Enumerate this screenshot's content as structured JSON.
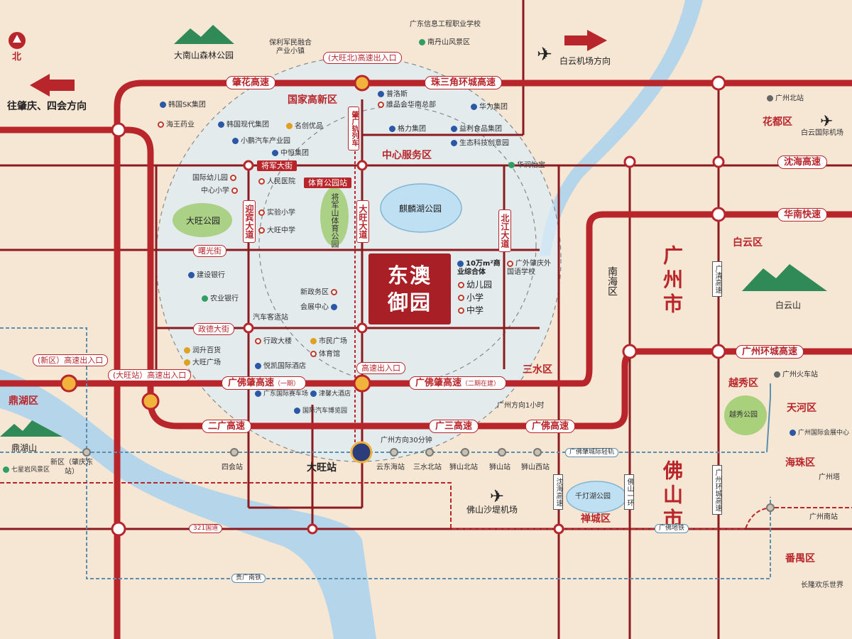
{
  "compass_label": "北",
  "project_name": [
    "东澳",
    "御园"
  ],
  "directions": {
    "west": "往肇庆、四会方向",
    "airport": "白云机场方向",
    "gz_1h": "广州方向1小时",
    "gz_30m": "广州方向30分钟"
  },
  "cities": {
    "guangzhou": "广州市",
    "foshan": "佛山市"
  },
  "districts": {
    "hightech": "国家高新区",
    "cbd": "中心服务区",
    "huadu": "花都区",
    "baiyun": "白云区",
    "nanhai": "南海区",
    "sanshui": "三水区",
    "yuexiu": "越秀区",
    "tianhe": "天河区",
    "haizhu": "海珠区",
    "chancheng": "禅城区",
    "panyu": "番禺区",
    "dinghu": "鼎湖区"
  },
  "highways": {
    "zhaohua": "肇花高速",
    "zhusanjiao": "珠三角环城高速",
    "shenhai": "沈海高速",
    "huanan": "华南快速",
    "gz_ring": "广州环城高速",
    "gfz1": "广佛肇高速",
    "gfz1_note": "（一期）",
    "gfz2": "广佛肇高速",
    "gfz2_note": "（二期在建）",
    "erguang": "二广高速",
    "guangsan": "广三高速",
    "guangfo": "广佛高速",
    "g321": "321国道",
    "guimao": "贵广南铁",
    "gfz_rail": "广佛肇城际轻轨",
    "gf_metro": "广佛地铁"
  },
  "exits": {
    "dawangbei": "(大旺北)高速出入口",
    "xinqu": "(新区）高速出入口",
    "dawangzhan": "(大旺站）高速出入口",
    "main": "高速出入口"
  },
  "streets": {
    "jiangjun": "将军大街",
    "shuguang": "曙光街",
    "zhengde": "政德大街",
    "yingbin": "迎宾大道",
    "dawang": "大旺大道",
    "beijiang": "北江大道",
    "zhaoguang": "肇广轨列车",
    "tiyu_station": "体育公园站",
    "shenhai_v": "沈海高速",
    "foshan1": "佛山一环",
    "gz_ring_v": "广州环城高速",
    "gz_gaosu_v": "广清高速"
  },
  "parks": {
    "dananshan": "大南山森林公园",
    "dawang_park": "大旺公园",
    "qilin": "麒麟湖公园",
    "jiangjun": "将军山体育公园",
    "baiyunshan": "白云山",
    "yuexiu_park": "越秀公园",
    "qiandeng": "千灯湖公园",
    "dinghushan": "鼎湖山",
    "nandan": "南丹山风景区"
  },
  "pois": {
    "baoli": "保利军民融合产业小镇",
    "gd_school": "广东信息工程职业学校",
    "ssk": "韩国SK集团",
    "haiwang": "海王药业",
    "hanguo": "韩国现代集团",
    "xiaopeng": "小鹏汽车产业园",
    "zhongheng": "中恒集团",
    "mingchuang": "名创优品",
    "puluosi": "普洛斯",
    "weipin": "唯品会华南总部",
    "huawei": "华为集团",
    "geli": "格力集团",
    "yili": "益利食品集团",
    "shengtai": "生态科技创意园",
    "huarun": "华润怡宝",
    "intl_kg": "国际幼儿园",
    "zx_primary": "中心小学",
    "hospital": "人民医院",
    "shiyan": "实验小学",
    "dw_middle": "大旺中学",
    "commerce": "10万m²商业综合体",
    "gw_school": "广外肇庆外国语学校",
    "kindergarten": "幼儿园",
    "primary": "小学",
    "middle": "中学",
    "jianshe": "建设银行",
    "nongye": "农业银行",
    "xinzheng": "新政务区",
    "huizhan": "会展中心",
    "bus_station": "汽车客运站",
    "xingzheng": "行政大楼",
    "shimin": "市民广场",
    "tiyuguan": "体育馆",
    "runkai": "润升百货",
    "dawang_plaza": "大旺广场",
    "yuehang": "悦凯国际酒店",
    "gd_racing": "广东国际赛车场",
    "jinjiang": "津馨大酒店",
    "auto_expo": "国际汽车博览园",
    "qixingyan": "七星岩风景区",
    "gz_north_stn": "广州北站",
    "baiyun_airport": "白云国际机场",
    "gz_station": "广州火车站",
    "gz_expo": "广州国际会展中心",
    "gz_tower": "广州塔",
    "gz_south": "广州南站",
    "changlong": "长隆欢乐世界",
    "foshan_airport": "佛山沙堤机场"
  },
  "stations": {
    "dawang": "大旺站",
    "sihui": "四会站",
    "xinqu": "新区（肇庆东站）",
    "yundong": "云东海站",
    "sanshuibei": "三水北站",
    "shishanbei": "狮山北站",
    "shishan": "狮山站",
    "shishanxi": "狮山西站"
  },
  "colors": {
    "road": "#b8262b",
    "land": "#f6e6d4",
    "river": "#b5d6ea",
    "core": "#dcecf5",
    "rail": "#5a8fb0"
  }
}
